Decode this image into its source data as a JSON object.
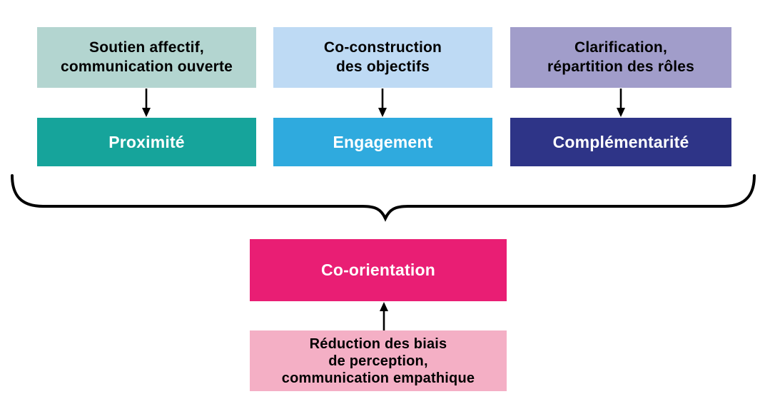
{
  "diagram": {
    "columns": [
      {
        "factor_label": "Soutien affectif,\ncommunication ouverte",
        "factor_bg": "#b3d5d0",
        "dimension_label": "Proximité",
        "dimension_bg": "#16a49b"
      },
      {
        "factor_label": "Co-construction\ndes objectifs",
        "factor_bg": "#bedaf4",
        "dimension_label": "Engagement",
        "dimension_bg": "#2faade"
      },
      {
        "factor_label": "Clarification,\nrépartition des rôles",
        "factor_bg": "#a19dca",
        "dimension_label": "Complémentarité",
        "dimension_bg": "#2e3487"
      }
    ],
    "outcome": {
      "label": "Co-orientation",
      "bg": "#e91e74"
    },
    "moderator": {
      "label": "Réduction des biais\nde perception,\ncommunication empathique",
      "bg": "#f4afc5"
    },
    "line_color": "#000000",
    "text_dark_color": "#000000",
    "text_light_color": "#ffffff"
  }
}
